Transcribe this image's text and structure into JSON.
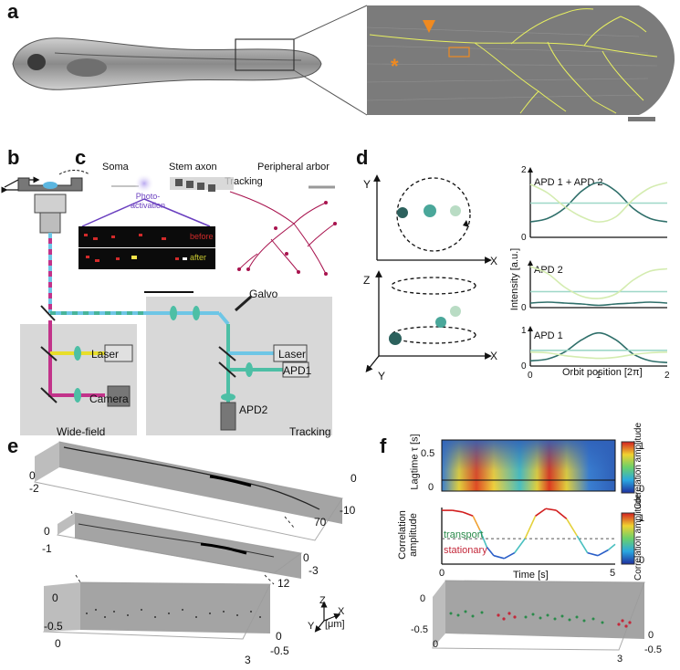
{
  "figure": {
    "panels": {
      "a": "a",
      "b": "b",
      "c": "c",
      "d": "d",
      "e": "e",
      "f": "f"
    },
    "panel_a": {
      "description_icons": [
        "zebrafish-larva-image",
        "zoomed-peripheral-axon-image",
        "scale-bar"
      ]
    },
    "panel_b": {
      "boxes": [
        "Wide-field",
        "Tracking"
      ],
      "components": {
        "laser_left": "Laser",
        "camera": "Camera",
        "galvo": "Galvo",
        "laser_right": "Laser",
        "apd1": "APD1",
        "apd2": "APD2"
      }
    },
    "panel_c": {
      "soma": "Soma",
      "stem_axon": "Stem axon",
      "peripheral_arbor": "Peripheral arbor",
      "tracking": "Tracking",
      "photo_activation": "Photo-\nactivation",
      "before": "before",
      "after": "after"
    },
    "panel_d": {
      "axis_labels": {
        "y_top": "Y",
        "x_top": "X",
        "z": "Z",
        "x_bottom": "X",
        "y_bottom": "Y"
      },
      "ylabel": "Intensity [a.u.]",
      "xlabel": "Orbit position [2π]",
      "subplots": [
        {
          "title": "APD 1 + APD 2",
          "ytick_top": "2"
        },
        {
          "title": "APD 2"
        },
        {
          "title": "APD 1",
          "ytick_top": "1"
        }
      ],
      "xticks": [
        "0",
        "1",
        "2"
      ],
      "ytick_zero": "0"
    },
    "panel_e": {
      "box1": {
        "ticks": [
          "0",
          "-2",
          "0",
          "-10",
          "70"
        ]
      },
      "box2": {
        "ticks": [
          "0",
          "-1",
          "0",
          "-3",
          "12"
        ]
      },
      "box3": {
        "ticks": [
          "0",
          "-0.5",
          "0",
          "-0.5",
          "0",
          "3"
        ]
      },
      "axes_legend": {
        "z": "Z",
        "x": "X",
        "y": "Y",
        "unit": "[μm]"
      }
    },
    "panel_f": {
      "heatmap_ylabel": "Lagtime τ [s]",
      "heatmap_yticks": [
        "0.5",
        "0"
      ],
      "colorbar_label": "Correlation amplitude",
      "colorbar_ticks": [
        "1",
        "0"
      ],
      "curve_ylabel": "Correlation\namplitude",
      "transport": "transport",
      "stationary": "stationary",
      "xlabel": "Time [s]",
      "xticks": [
        "0",
        "5"
      ],
      "box_ticks": [
        "0",
        "-0.5",
        "0",
        "-0.5",
        "0",
        "3"
      ]
    }
  },
  "chart_data": [
    {
      "type": "line",
      "panel": "d",
      "xlabel": "Orbit position [2π]",
      "ylabel": "Intensity [a.u.]",
      "xlim": [
        0,
        2
      ],
      "subplots": [
        {
          "title": "APD 1 + APD 2",
          "ylim": [
            0,
            2
          ],
          "series": [
            {
              "color": "#2f6f6a",
              "x": [
                0,
                0.25,
                0.5,
                0.75,
                1,
                1.25,
                1.5,
                1.75,
                2
              ],
              "values": [
                0.45,
                0.55,
                0.85,
                1.35,
                1.6,
                1.35,
                0.85,
                0.55,
                0.45
              ]
            },
            {
              "color": "#9ed8c8",
              "x": [
                0,
                2
              ],
              "values": [
                1.0,
                1.0
              ]
            },
            {
              "color": "#d4ecb0",
              "x": [
                0,
                0.25,
                0.5,
                0.75,
                1,
                1.25,
                1.5,
                1.75,
                2
              ],
              "values": [
                1.55,
                1.3,
                0.9,
                0.6,
                0.45,
                0.6,
                1.1,
                1.45,
                1.6
              ]
            }
          ]
        },
        {
          "title": "APD 2",
          "series": [
            {
              "color": "#2f6f6a",
              "x": [
                0,
                0.25,
                0.5,
                0.75,
                1,
                1.25,
                1.5,
                1.75,
                2
              ],
              "values": [
                0.1,
                0.12,
                0.1,
                0.08,
                0.05,
                0.08,
                0.1,
                0.12,
                0.1
              ]
            },
            {
              "color": "#9ed8c8",
              "x": [
                0,
                2
              ],
              "values": [
                0.35,
                0.35
              ]
            },
            {
              "color": "#d4ecb0",
              "x": [
                0,
                0.25,
                0.5,
                0.75,
                1,
                1.25,
                1.5,
                1.75,
                2
              ],
              "values": [
                0.9,
                0.75,
                0.45,
                0.25,
                0.2,
                0.3,
                0.6,
                0.8,
                0.85
              ]
            }
          ]
        },
        {
          "title": "APD 1",
          "ylim": [
            0,
            1
          ],
          "series": [
            {
              "color": "#2f6f6a",
              "x": [
                0,
                0.25,
                0.5,
                0.75,
                1,
                1.25,
                1.5,
                1.75,
                2
              ],
              "values": [
                0.15,
                0.2,
                0.4,
                0.75,
                0.95,
                0.75,
                0.35,
                0.15,
                0.1
              ]
            },
            {
              "color": "#9ed8c8",
              "x": [
                0,
                2
              ],
              "values": [
                0.45,
                0.45
              ]
            },
            {
              "color": "#d4ecb0",
              "x": [
                0,
                0.25,
                0.5,
                0.75,
                1,
                1.25,
                1.5,
                1.75,
                2
              ],
              "values": [
                0.4,
                0.38,
                0.3,
                0.25,
                0.22,
                0.25,
                0.33,
                0.38,
                0.4
              ]
            }
          ]
        }
      ]
    },
    {
      "type": "line",
      "panel": "f",
      "xlabel": "Time [s]",
      "ylabel": "Correlation amplitude",
      "xlim": [
        0,
        5
      ],
      "threshold": 0.45,
      "labels": [
        "transport",
        "stationary"
      ],
      "x": [
        0,
        0.3,
        0.6,
        0.9,
        1.1,
        1.3,
        1.5,
        1.8,
        2.1,
        2.4,
        2.7,
        3.0,
        3.3,
        3.6,
        3.9,
        4.2,
        4.5,
        4.8,
        5.0
      ],
      "values": [
        0.95,
        0.95,
        0.92,
        0.85,
        0.6,
        0.3,
        0.15,
        0.1,
        0.2,
        0.45,
        0.85,
        0.98,
        0.95,
        0.8,
        0.5,
        0.2,
        0.15,
        0.25,
        0.35
      ]
    }
  ]
}
